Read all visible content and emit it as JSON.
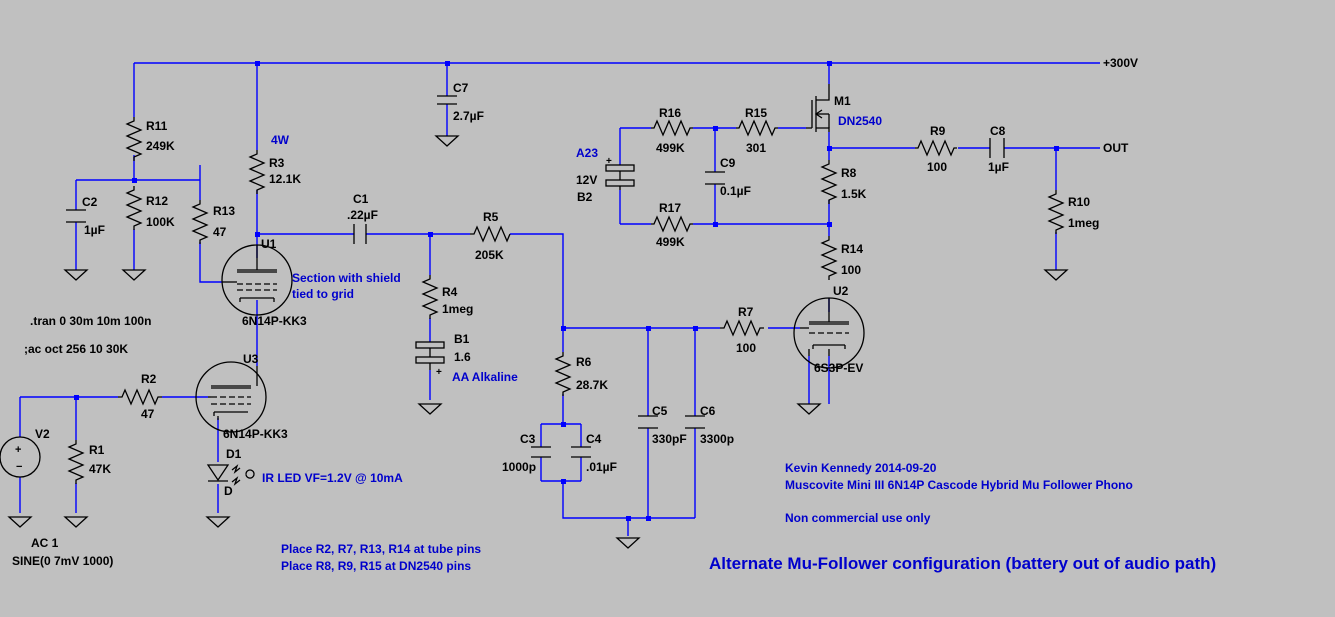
{
  "rails": {
    "supply": "+300V",
    "output": "OUT"
  },
  "parts": {
    "R11": {
      "ref": "R11",
      "value": "249K"
    },
    "R12": {
      "ref": "R12",
      "value": "100K"
    },
    "R13": {
      "ref": "R13",
      "value": "47"
    },
    "C2": {
      "ref": "C2",
      "value": "1µF"
    },
    "R3": {
      "ref": "R3",
      "value": "12.1K",
      "note": "4W"
    },
    "C7": {
      "ref": "C7",
      "value": "2.7µF"
    },
    "C1": {
      "ref": "C1",
      "value": ".22µF"
    },
    "R5": {
      "ref": "R5",
      "value": "205K"
    },
    "R4": {
      "ref": "R4",
      "value": "1meg"
    },
    "B1": {
      "ref": "B1",
      "value": "1.6",
      "note": "AA Alkaline"
    },
    "U1": {
      "ref": "U1",
      "value": "6N14P-KK3"
    },
    "U3": {
      "ref": "U3",
      "value": "6N14P-KK3"
    },
    "R2": {
      "ref": "R2",
      "value": "47"
    },
    "R1": {
      "ref": "R1",
      "value": "47K"
    },
    "V2": {
      "ref": "V2",
      "value": "AC 1",
      "value2": "SINE(0 7mV 1000)"
    },
    "D1": {
      "ref": "D1",
      "value": "D",
      "note": "IR LED VF=1.2V @ 10mA"
    },
    "R6": {
      "ref": "R6",
      "value": "28.7K"
    },
    "C3": {
      "ref": "C3",
      "value": "1000p"
    },
    "C4": {
      "ref": "C4",
      "value": ".01µF"
    },
    "C5": {
      "ref": "C5",
      "value": "330pF"
    },
    "C6": {
      "ref": "C6",
      "value": "3300p"
    },
    "R7": {
      "ref": "R7",
      "value": "100"
    },
    "U2": {
      "ref": "U2",
      "value": "6S3P-EV"
    },
    "R14": {
      "ref": "R14",
      "value": "100"
    },
    "R8": {
      "ref": "R8",
      "value": "1.5K"
    },
    "M1": {
      "ref": "M1",
      "value": "DN2540"
    },
    "R16": {
      "ref": "R16",
      "value": "499K"
    },
    "R15": {
      "ref": "R15",
      "value": "301"
    },
    "R17": {
      "ref": "R17",
      "value": "499K"
    },
    "C9": {
      "ref": "C9",
      "value": "0.1µF"
    },
    "B2": {
      "ref": "B2",
      "value": "12V",
      "note": "A23"
    },
    "R9": {
      "ref": "R9",
      "value": "100"
    },
    "C8": {
      "ref": "C8",
      "value": "1µF"
    },
    "R10": {
      "ref": "R10",
      "value": "1meg"
    }
  },
  "notes": {
    "shield": [
      "Section with shield",
      "tied to grid"
    ],
    "tran": ".tran 0 30m 10m 100n",
    "ac": ";ac oct 256 10 30K",
    "place1": "Place R2, R7, R13, R14 at tube pins",
    "place2": "Place R8, R9, R15 at DN2540 pins",
    "author": "Kevin Kennedy 2014-09-20",
    "project": "Muscovite Mini III 6N14P Cascode Hybrid Mu Follower Phono",
    "license": "Non commercial use only",
    "title": "Alternate Mu-Follower configuration (battery out of audio path)"
  },
  "colors": {
    "background": "#c0c0c0",
    "wire": "#0000ff",
    "component": "#000000",
    "annotation": "#0000cc"
  }
}
